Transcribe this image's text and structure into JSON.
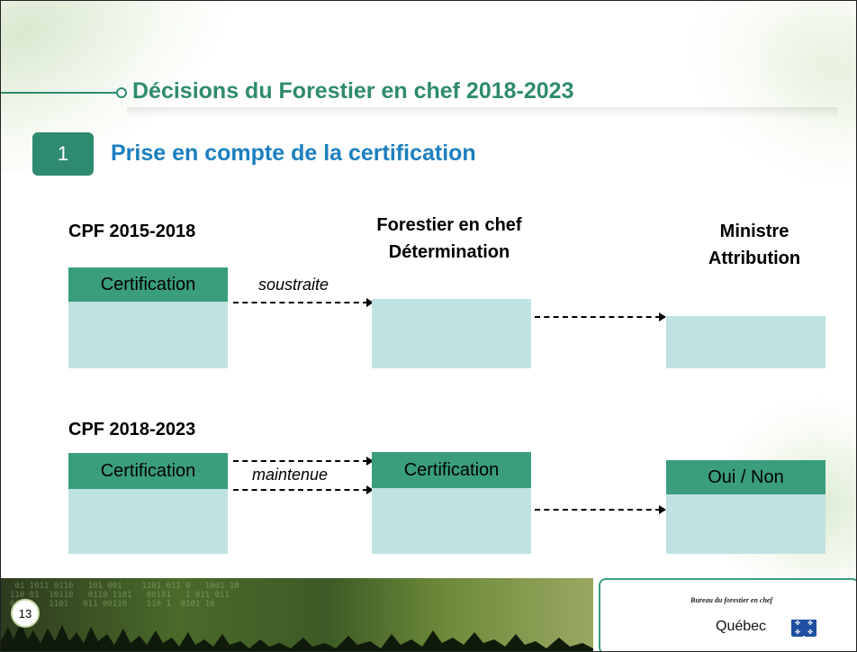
{
  "slide_title": "Décisions du Forestier en chef 2018-2023",
  "section_number": "1",
  "section_title": "Prise en compte de la certification",
  "columns": {
    "forestier": [
      "Forestier en chef",
      "Détermination"
    ],
    "ministre": [
      "Ministre",
      "Attribution"
    ]
  },
  "rows": [
    {
      "label": "CPF 2015-2018",
      "left_header": "Certification",
      "arrow_label": "soustraite"
    },
    {
      "label": "CPF 2018-2023",
      "left_header": "Certification",
      "arrow_label": "maintenue",
      "middle_header": "Certification",
      "right_header": "Oui / Non"
    }
  ],
  "footer": {
    "page_number": "13",
    "org_name": "Bureau du forestier en chef",
    "gov": "Québec"
  },
  "colors": {
    "accent_green": "#2e8b6f",
    "header_box": "#3a9e7e",
    "body_box": "#bfe2e2",
    "title_blue": "#1b7fc0"
  }
}
